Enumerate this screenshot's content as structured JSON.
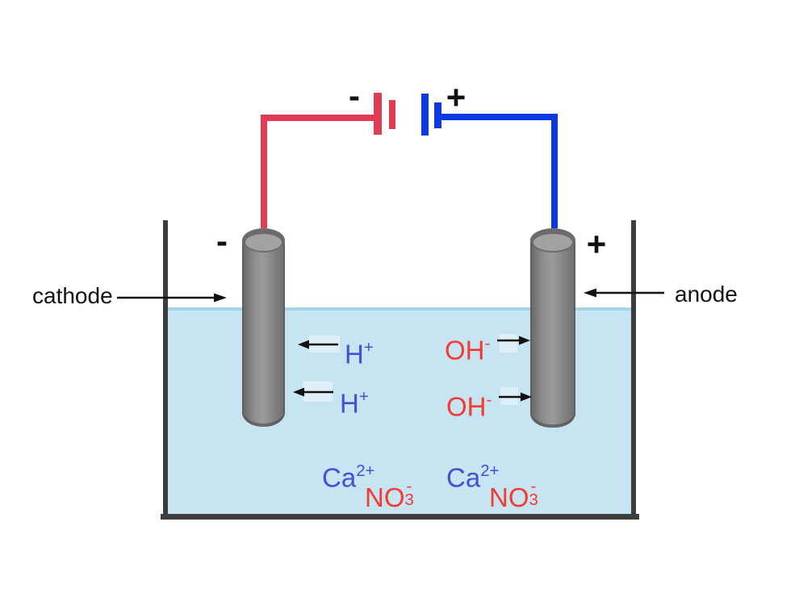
{
  "figure": {
    "type": "electrolysis-cell-diagram"
  },
  "colors": {
    "wire_negative": "#e23c55",
    "wire_positive": "#0b3ae2",
    "container": "#3d3d3d",
    "solution": "#c6e4f1",
    "solution_surface": "#a5d5e8",
    "cation_label": "#4150d9",
    "anion_label": "#f23b31",
    "label_text": "#111111"
  },
  "battery": {
    "negative_terminal_sign": "-",
    "positive_terminal_sign": "+"
  },
  "electrodes": {
    "cathode": {
      "label": "cathode",
      "sign": "-"
    },
    "anode": {
      "label": "anode",
      "sign": "+"
    }
  },
  "ions": {
    "h_plus_1": {
      "base": "H",
      "sup": "+"
    },
    "h_plus_2": {
      "base": "H",
      "sup": "+"
    },
    "oh_minus_1": {
      "base": "OH",
      "sup": "-"
    },
    "oh_minus_2": {
      "base": "OH",
      "sup": "-"
    },
    "ca_1": {
      "base": "Ca",
      "sup": "2+"
    },
    "ca_2": {
      "base": "Ca",
      "sup": "2+"
    },
    "no3_1": {
      "base": "NO",
      "sub": "3",
      "sup": "-"
    },
    "no3_2": {
      "base": "NO",
      "sub": "3",
      "sup": "-"
    }
  }
}
